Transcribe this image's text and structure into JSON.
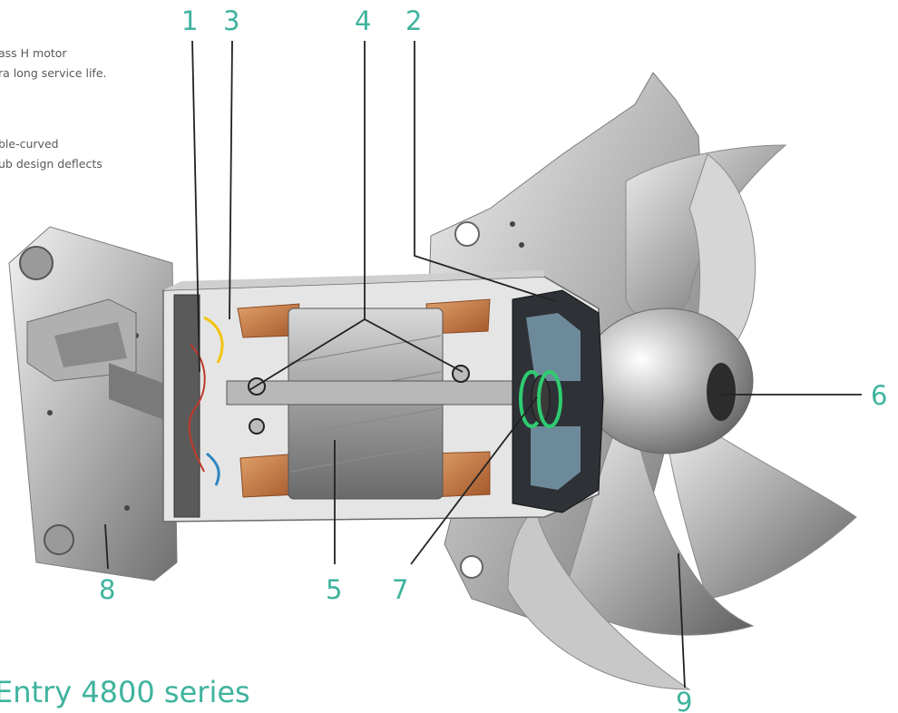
{
  "description": {
    "text_1_line_1": "ass H motor",
    "text_1_line_2": "ra long service life.",
    "text_2_line_1": "ble-curved",
    "text_2_line_2": "ub design deflects"
  },
  "callouts": [
    {
      "label": "1"
    },
    {
      "label": "3"
    },
    {
      "label": "4"
    },
    {
      "label": "2"
    },
    {
      "label": "6"
    },
    {
      "label": "8"
    },
    {
      "label": "5"
    },
    {
      "label": "7"
    },
    {
      "label": "9"
    }
  ],
  "series_title": "Entry 4800 series",
  "colors": {
    "accent": "#3fb39d",
    "text": "#58595b",
    "leader": "#222222"
  }
}
